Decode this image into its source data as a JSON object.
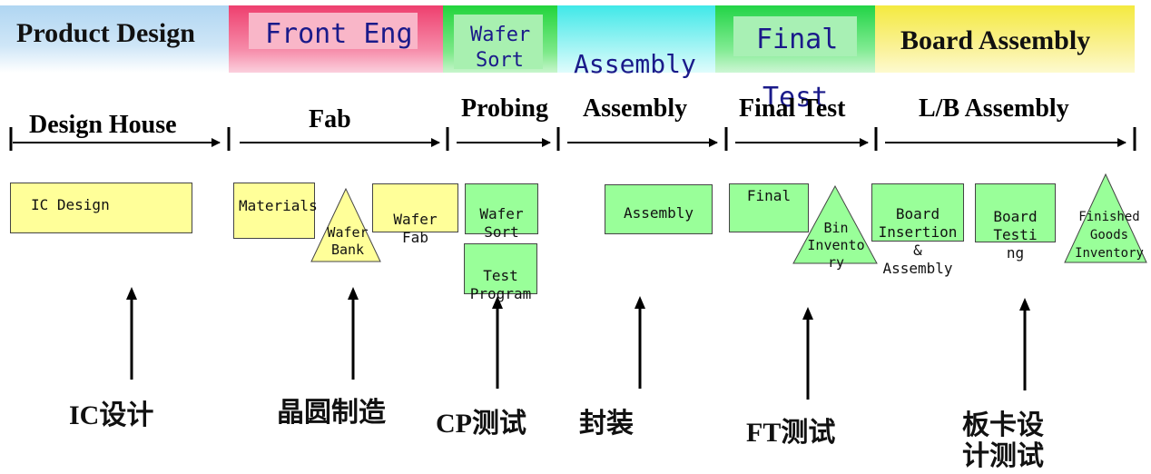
{
  "header_bands": [
    {
      "id": "product-design",
      "label": "Product Design"
    },
    {
      "id": "front-eng",
      "label": "Front Eng"
    },
    {
      "id": "wafer-sort",
      "line1": "Wafer",
      "line2": "Sort"
    },
    {
      "id": "assembly",
      "label": "Assembly"
    },
    {
      "id": "final-test",
      "line1": "Final",
      "line2": "Test"
    },
    {
      "id": "board-assembly",
      "label": "Board Assembly"
    }
  ],
  "colors": {
    "product_design": "#a8d0f0",
    "front_eng": "#f06090",
    "wafer_sort": "#33dd44",
    "assembly": "#55eeee",
    "final_test": "#33dd55",
    "board_assembly": "#f8f060",
    "box_yellow": "#ffff99",
    "box_green": "#99ff99"
  },
  "stages": [
    {
      "id": "design-house",
      "label": "Design House"
    },
    {
      "id": "fab",
      "label": "Fab"
    },
    {
      "id": "probing",
      "label": "Probing"
    },
    {
      "id": "assembly",
      "label": "Assembly"
    },
    {
      "id": "final-test",
      "label": "Final Test"
    },
    {
      "id": "lb-assembly",
      "label": "L/B Assembly"
    }
  ],
  "boxes": {
    "ic_design": "IC Design",
    "materials": "Materials",
    "wafer_bank": "Wafer\nBank",
    "wafer_fab": "Wafer\nFab",
    "wafer_sort": "Wafer\nSort",
    "test_program": "Test\nProgram",
    "assembly": "Assembly",
    "final": "Final",
    "bin_inventory": "Bin\nInvento\nry",
    "board_insertion": "Board\nInsertion &\nAssembly",
    "board_testing": "Board\nTesti\nng",
    "finished_goods": "Finished\nGoods\nInventory"
  },
  "bottom_labels": {
    "ic": "IC设计",
    "wafer": "晶圆制造",
    "cp": "CP测试",
    "package": "封装",
    "ft": "FT测试",
    "board_line1": "板卡设",
    "board_line2": "计测试"
  }
}
